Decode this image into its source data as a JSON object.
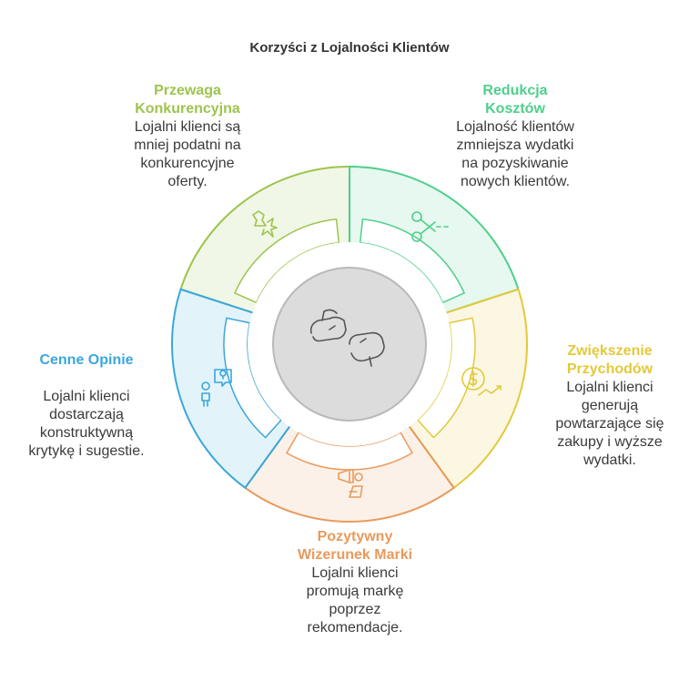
{
  "title": "Korzyści z Lojalności Klientów",
  "colors": {
    "competitive": "#9dc44d",
    "costs": "#4fcf8c",
    "revenue": "#e3c93b",
    "brand": "#e99a5c",
    "opinions": "#3aa7dc",
    "center": "#dcdcdc"
  },
  "segments": [
    {
      "key": "competitive",
      "icon": "chess-knight-icon",
      "title_lines": [
        "Przewaga",
        "Konkurencyjna"
      ],
      "desc_lines": [
        "Lojalni klienci są",
        "mniej podatni na",
        "konkurencyjne",
        "oferty."
      ]
    },
    {
      "key": "costs",
      "icon": "scissors-icon",
      "title_lines": [
        "Redukcja",
        "Kosztów"
      ],
      "desc_lines": [
        "Lojalność klientów",
        "zmniejsza wydatki",
        "na pozyskiwanie",
        "nowych klientów."
      ]
    },
    {
      "key": "revenue",
      "icon": "dollar-growth-icon",
      "title_lines": [
        "Zwiększenie",
        "Przychodów"
      ],
      "desc_lines": [
        "Lojalni klienci",
        "generują",
        "powtarzające się",
        "zakupy i wyższe",
        "wydatki."
      ]
    },
    {
      "key": "brand",
      "icon": "megaphone-person-icon",
      "title_lines": [
        "Pozytywny",
        "Wizerunek Marki"
      ],
      "desc_lines": [
        "Lojalni klienci",
        "promują markę",
        "poprzez",
        "rekomendacje."
      ]
    },
    {
      "key": "opinions",
      "icon": "person-idea-icon",
      "title_lines": [
        "Cenne Opinie"
      ],
      "desc_lines": [
        "Lojalni klienci",
        "dostarczają",
        "konstruktywną",
        "krytykę i sugestie."
      ]
    }
  ],
  "center_icon": "fist-bump-icon"
}
